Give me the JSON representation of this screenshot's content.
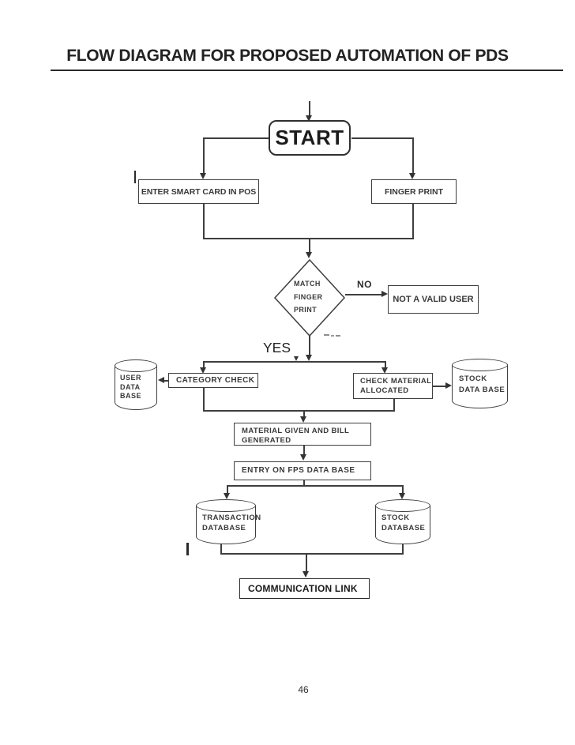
{
  "page": {
    "title": "FLOW DIAGRAM FOR PROPOSED AUTOMATION OF PDS",
    "page_number": "46"
  },
  "colors": {
    "background": "#ffffff",
    "line": "#3e3e3e",
    "text": "#333333"
  },
  "flowchart": {
    "labels": {
      "no": "NO",
      "yes": "YES"
    },
    "nodes": {
      "start": {
        "label": "START"
      },
      "enter_smart_card": {
        "label": "ENTER SMART CARD IN POS"
      },
      "finger_print": {
        "label": "FINGER PRINT"
      },
      "match_finger": {
        "line1": "MATCH",
        "line2": "FINGER",
        "line3": "PRINT"
      },
      "not_valid_user": {
        "label": "NOT A VALID USER"
      },
      "category_check": {
        "label": "CATEGORY CHECK"
      },
      "user_database": {
        "line1": "USER",
        "line2": "DATA",
        "line3": "BASE"
      },
      "check_material": {
        "line1": "CHECK MATERIAL",
        "line2": "ALLOCATED"
      },
      "stock_database_top": {
        "line1": "STOCK",
        "line2": "DATA BASE"
      },
      "material_given": {
        "line1": "MATERIAL GIVEN AND BILL",
        "line2": "GENERATED"
      },
      "entry_fps": {
        "label": "ENTRY ON FPS DATA BASE"
      },
      "transaction_database": {
        "line1": "TRANSACTION",
        "line2": "DATABASE"
      },
      "stock_database_bottom": {
        "line1": "STOCK",
        "line2": "DATABASE"
      },
      "communication_link": {
        "label": "COMMUNICATION LINK"
      }
    }
  }
}
